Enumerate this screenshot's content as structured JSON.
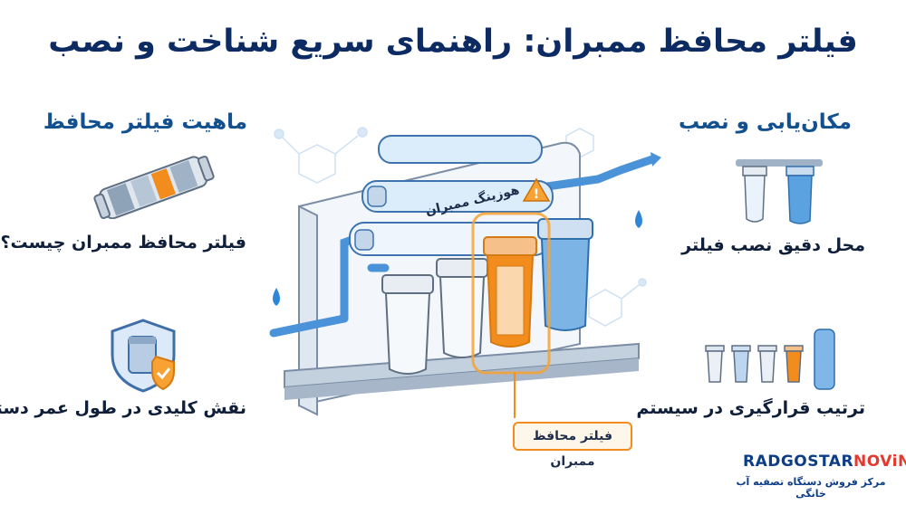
{
  "title": "فیلتر محافظ ممبران: راهنمای سریع شناخت و نصب",
  "left_section": {
    "heading": "ماهیت فیلتر محافظ",
    "items": [
      {
        "caption": "فیلتر محافظ ممبران چیست؟",
        "icon": "cartridge-icon"
      },
      {
        "caption": "نقش کلیدی در طول عمر دستگاه",
        "icon": "shield-filter-icon"
      }
    ]
  },
  "right_section": {
    "heading": "مکان‌یابی و نصب",
    "items": [
      {
        "caption": "محل دقیق نصب فیلتر",
        "icon": "filter-housings-icon"
      },
      {
        "caption": "ترتیب قرارگیری در سیستم",
        "icon": "filter-sequence-icon"
      }
    ]
  },
  "diagram": {
    "membrane_housing_label": "هوزینگ ممبران",
    "protector_callout": "فیلتر محافظ ممبران",
    "warning_icon": "warning-triangle-icon"
  },
  "brand": {
    "name_part1": "RADGOSTAR",
    "name_part2": "NOViN",
    "subtitle": "مرکز فروش دستگاه تصفیه آب خانگی"
  },
  "colors": {
    "title": "#0d2b63",
    "heading": "#13508f",
    "accent_orange": "#f28c1d",
    "water_blue": "#3a8fd8",
    "brand_red": "#e23a2f"
  }
}
